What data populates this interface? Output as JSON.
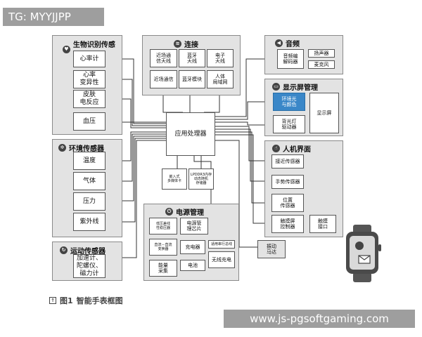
{
  "watermark_top": "TG: MYYJJPP",
  "watermark_bottom": "www.js-pgsoftgaming.com",
  "caption": {
    "label": "图1",
    "text": "智能手表框图"
  },
  "processor": "应用处理器",
  "groups": {
    "bio": {
      "title": "生物识别传感器",
      "icon": "heart-icon",
      "items": [
        "心率计",
        "心率\n变异性",
        "皮肤\n电反应",
        "血压"
      ]
    },
    "env": {
      "title": "环境传感器",
      "icon": "gear-icon",
      "items": [
        "温度",
        "气体",
        "压力",
        "紫外线"
      ]
    },
    "motion": {
      "title": "运动传感器",
      "icon": "motion-icon",
      "text": "加速计、\n陀螺仪、\n磁力计"
    },
    "conn": {
      "title": "连接",
      "icon": "wifi-icon",
      "items": [
        "近场通\n信天线",
        "蓝牙\n天线",
        "电子\n天线",
        "近场通信",
        "蓝牙模块",
        "人体\n局域网"
      ]
    },
    "audio": {
      "title": "音频",
      "icon": "speaker-icon",
      "codec": "音频编\n解码器",
      "speaker": "扬声器",
      "mic": "麦克风"
    },
    "display": {
      "title": "显示屏管理",
      "icon": "display-icon",
      "ambient": "环境光\n与颜色",
      "backlight": "背光灯\n驱动器",
      "screen": "显示屏"
    },
    "hmi": {
      "title": "人机界面",
      "icon": "hand-icon",
      "items": [
        "接近传感器",
        "手势传感器",
        "位置\n传感器",
        "触摸屏\n控制器"
      ],
      "touch_iface": "触摸\n接口"
    },
    "power": {
      "title": "电源管理",
      "icon": "power-icon",
      "items": [
        "低压差线\n性稳压器",
        "电源管\n理芯片",
        "直流－直流\n变换器",
        "充电器",
        "适用串行总线",
        "能量\n采集",
        "电池",
        "无线充电"
      ]
    }
  },
  "mid_boxes": {
    "emb": "嵌入式\n多媒体卡",
    "lpddr": "LPDDR3内存\n动态随机\n存储器"
  },
  "vibration": "振动\n马达",
  "colors": {
    "group_bg": "#e3e3e3",
    "highlight": "#3a87c8",
    "watermark": "#9e9e9e"
  }
}
